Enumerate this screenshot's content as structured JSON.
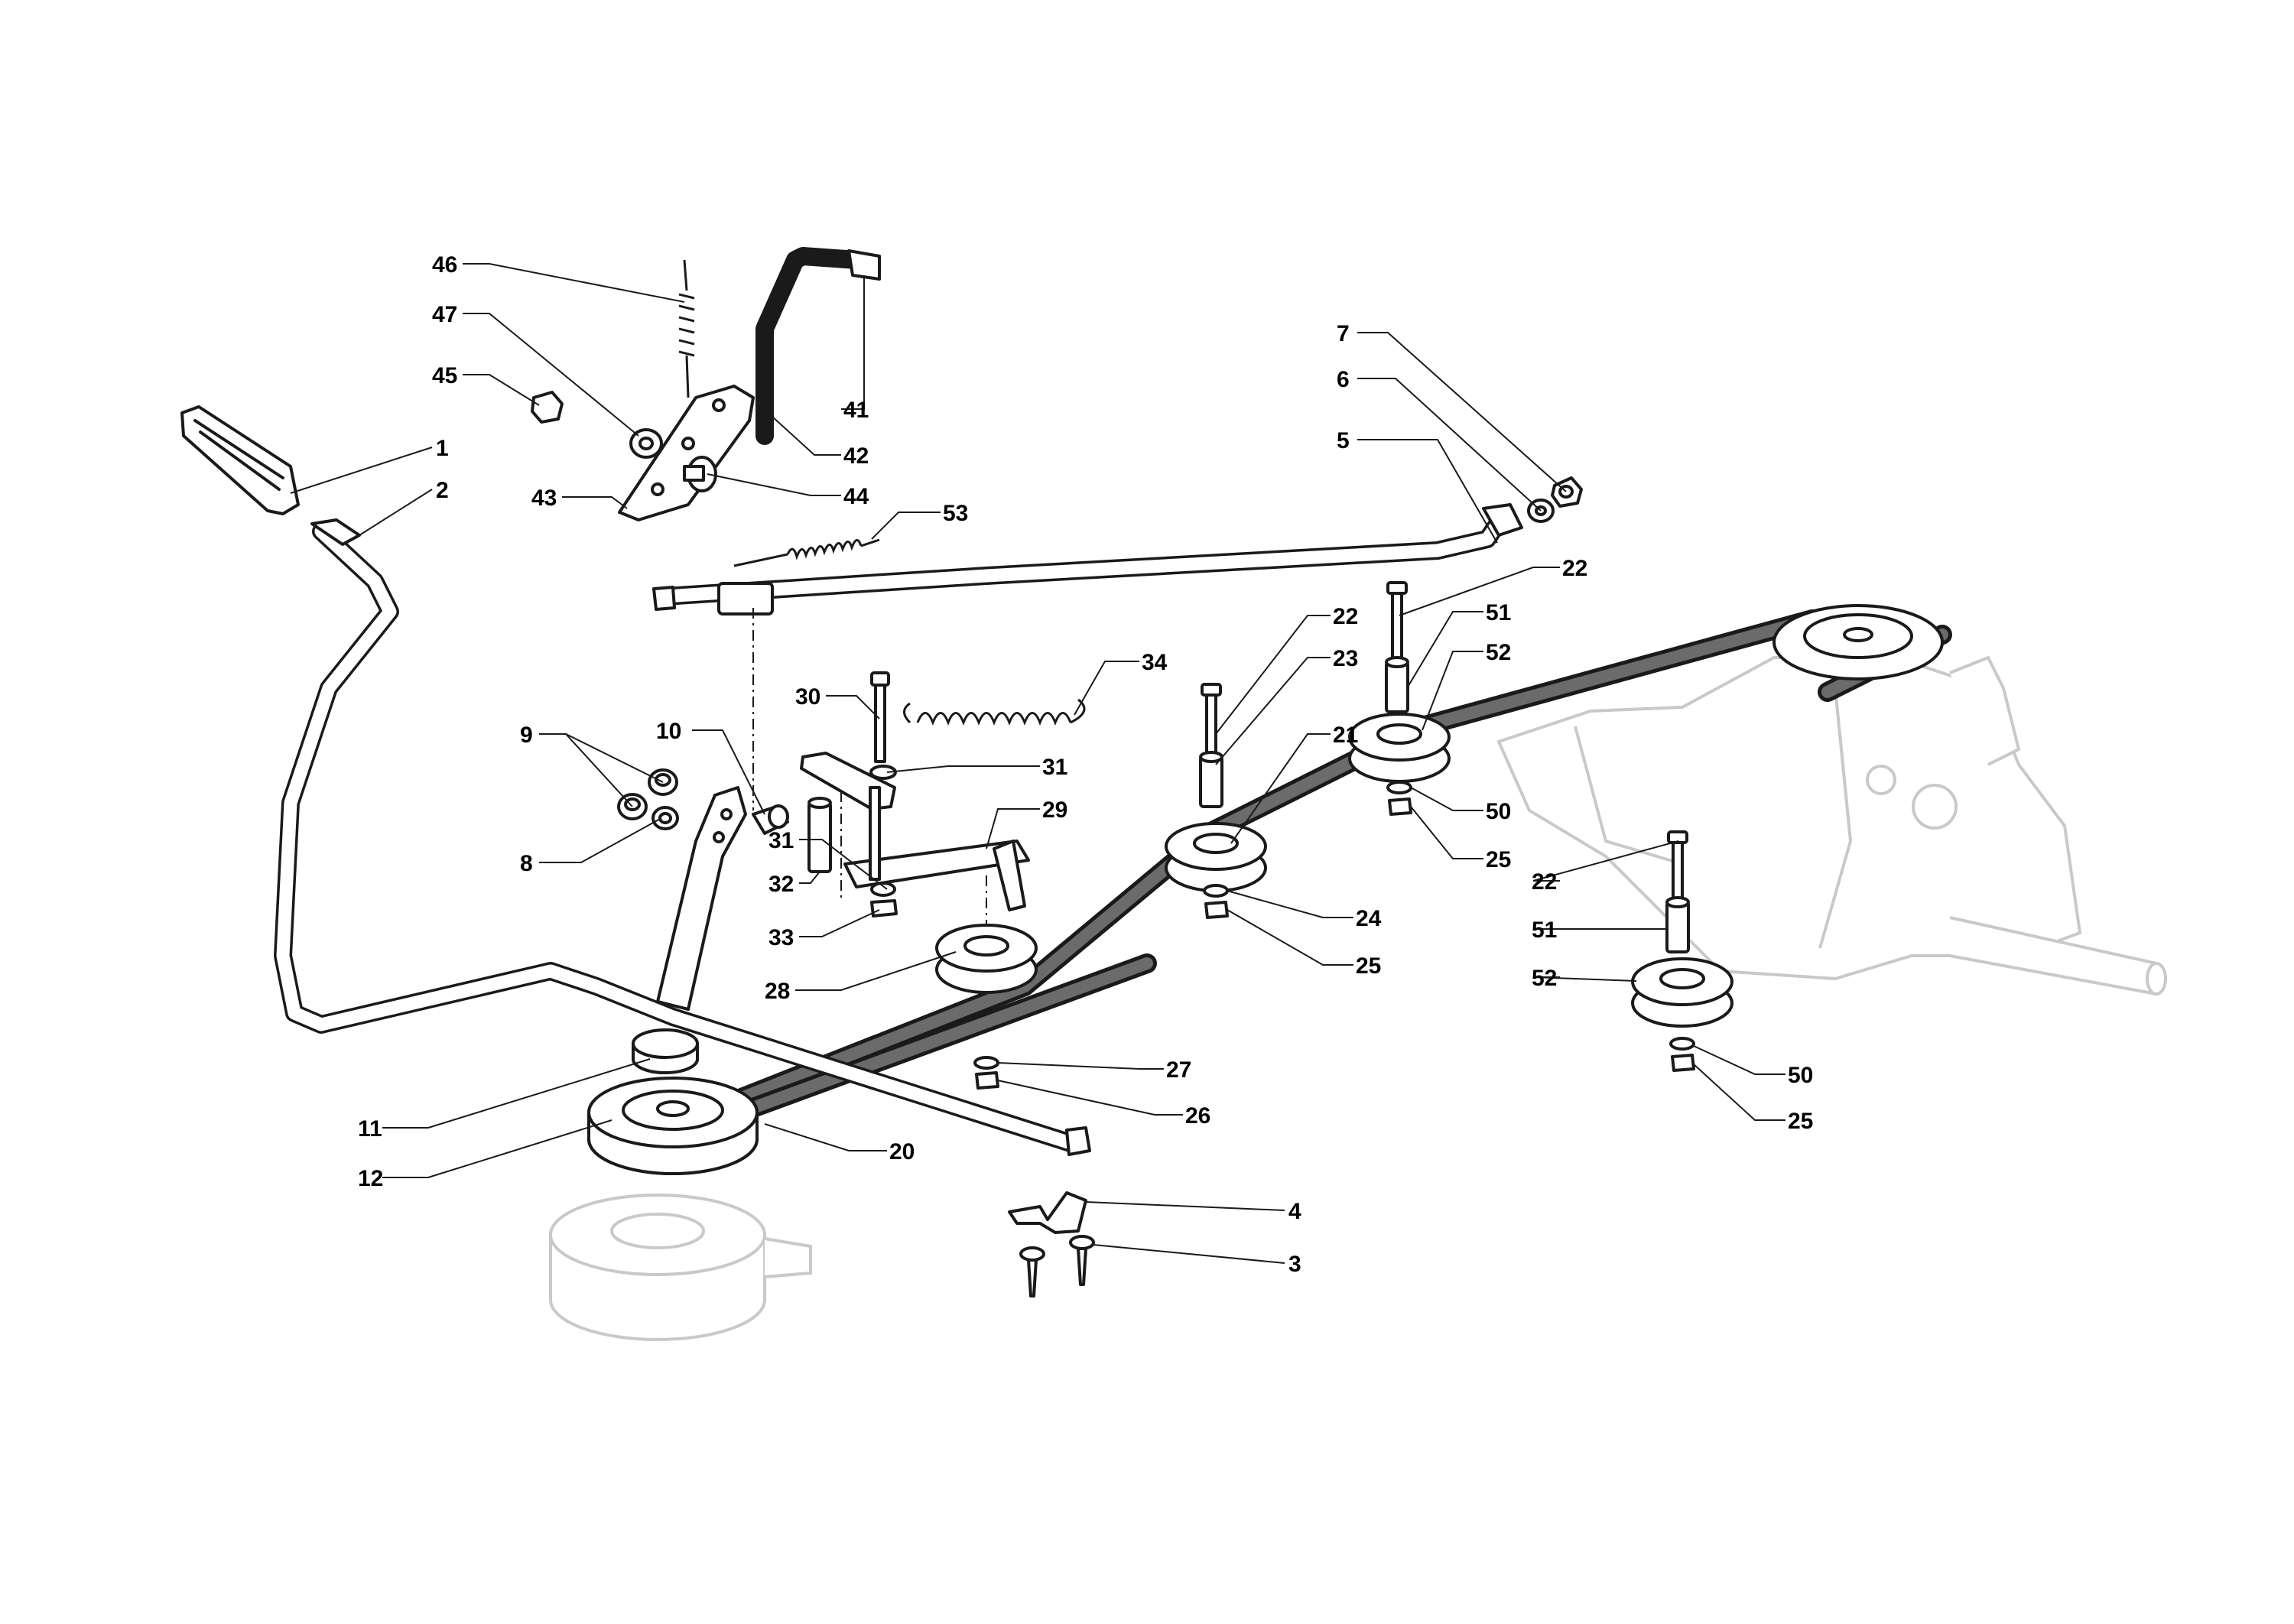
{
  "callouts": [
    {
      "id": "c1",
      "label": "1"
    },
    {
      "id": "c2",
      "label": "2"
    },
    {
      "id": "c3",
      "label": "3"
    },
    {
      "id": "c4",
      "label": "4"
    },
    {
      "id": "c5",
      "label": "5"
    },
    {
      "id": "c6",
      "label": "6"
    },
    {
      "id": "c7",
      "label": "7"
    },
    {
      "id": "c8",
      "label": "8"
    },
    {
      "id": "c9",
      "label": "9"
    },
    {
      "id": "c10",
      "label": "10"
    },
    {
      "id": "c11",
      "label": "11"
    },
    {
      "id": "c12",
      "label": "12"
    },
    {
      "id": "c20",
      "label": "20"
    },
    {
      "id": "c21",
      "label": "21"
    },
    {
      "id": "c22a",
      "label": "22"
    },
    {
      "id": "c22b",
      "label": "22"
    },
    {
      "id": "c22c",
      "label": "22"
    },
    {
      "id": "c23",
      "label": "23"
    },
    {
      "id": "c24",
      "label": "24"
    },
    {
      "id": "c25a",
      "label": "25"
    },
    {
      "id": "c25b",
      "label": "25"
    },
    {
      "id": "c25c",
      "label": "25"
    },
    {
      "id": "c26",
      "label": "26"
    },
    {
      "id": "c27",
      "label": "27"
    },
    {
      "id": "c28",
      "label": "28"
    },
    {
      "id": "c29",
      "label": "29"
    },
    {
      "id": "c30",
      "label": "30"
    },
    {
      "id": "c31a",
      "label": "31"
    },
    {
      "id": "c31b",
      "label": "31"
    },
    {
      "id": "c32",
      "label": "32"
    },
    {
      "id": "c33",
      "label": "33"
    },
    {
      "id": "c34",
      "label": "34"
    },
    {
      "id": "c41",
      "label": "41"
    },
    {
      "id": "c42",
      "label": "42"
    },
    {
      "id": "c43",
      "label": "43"
    },
    {
      "id": "c44",
      "label": "44"
    },
    {
      "id": "c45",
      "label": "45"
    },
    {
      "id": "c46",
      "label": "46"
    },
    {
      "id": "c47",
      "label": "47"
    },
    {
      "id": "c50a",
      "label": "50"
    },
    {
      "id": "c50b",
      "label": "50"
    },
    {
      "id": "c51a",
      "label": "51"
    },
    {
      "id": "c51b",
      "label": "51"
    },
    {
      "id": "c52a",
      "label": "52"
    },
    {
      "id": "c52b",
      "label": "52"
    },
    {
      "id": "c53",
      "label": "53"
    }
  ],
  "colors": {
    "line": "#1a1a1a",
    "belt": "#6b6b6b",
    "ghost": "#c9c9c9",
    "background": "#ffffff"
  }
}
